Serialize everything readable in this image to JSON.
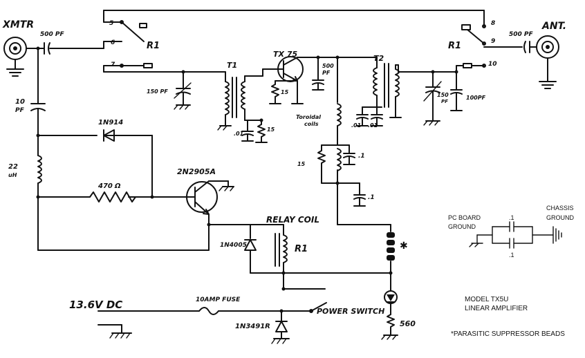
{
  "labels": {
    "xmtr": "XMTR",
    "ant": "ANT.",
    "cap_500pf_in": "500 PF",
    "cap_500pf_out": "500 PF",
    "cap_10pf": "10",
    "cap_10pf_unit": "PF",
    "ind_22": "22",
    "ind_22_unit": "uH",
    "diode_1n914": "1N914",
    "res_470": "470",
    "transistor_2n2905": "2N2905A",
    "relay_r1_top_left": "R1",
    "relay_r1_top_right": "R1",
    "relay_r1_coil": "R1",
    "pin_5": "5",
    "pin_6": "6",
    "pin_7": "7",
    "pin_8": "8",
    "pin_9": "9",
    "pin_10": "10",
    "t1": "T1",
    "t2": "T2",
    "tx75": "TX 75",
    "cap_150pf_left": "150 PF",
    "cap_01_a": ".01",
    "res_15_a": "15",
    "res_15_b": "15",
    "cap_500pf_mid": "500",
    "cap_500pf_mid_unit": "PF",
    "res_15_c": "15",
    "toroidal": "Toroidal",
    "toroidal_2": "coils",
    "cap_01_b": ".01",
    "cap_01_c": ".01",
    "cap_1_a": ".1",
    "cap_1_b": ".1",
    "cap_150pf_right": "150",
    "cap_150pf_right_unit": "PF",
    "cap_100pf": "100PF",
    "relay_coil": "RELAY COIL",
    "diode_1n4005": "1N4005",
    "asterisk": "✱",
    "supply": "13.6V DC",
    "fuse": "10AMP FUSE",
    "power_switch": "POWER SWITCH",
    "zener": "1N3491R",
    "res_560": "560",
    "ohm": "Ω",
    "pcb_ground_1": "PC BOARD",
    "pcb_ground_2": "GROUND",
    "chassis_ground_1": "CHASSIS",
    "chassis_ground_2": "GROUND",
    "legend_cap_1": ".1",
    "legend_cap_2": ".1",
    "model_1": "MODEL TX5U",
    "model_2": "LINEAR AMPLIFIER",
    "note": "*PARASITIC SUPPRESSOR BEADS"
  }
}
